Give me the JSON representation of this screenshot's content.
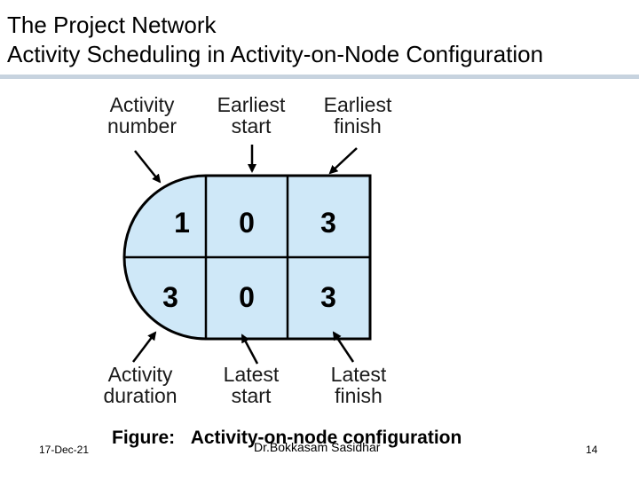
{
  "slide": {
    "title_line1": "The Project Network",
    "title_line2": "Activity Scheduling in Activity-on-Node Configuration"
  },
  "diagram": {
    "colors": {
      "fill": "#cfe8f8",
      "stroke": "#000000"
    },
    "labels": {
      "activity_number": [
        "Activity",
        "number"
      ],
      "earliest_start": [
        "Earliest",
        "start"
      ],
      "earliest_finish": [
        "Earliest",
        "finish"
      ],
      "activity_duration": [
        "Activity",
        "duration"
      ],
      "latest_start": [
        "Latest",
        "start"
      ],
      "latest_finish": [
        "Latest",
        "finish"
      ]
    },
    "cells": {
      "activity_number": "1",
      "earliest_start": "0",
      "earliest_finish": "3",
      "activity_duration": "3",
      "latest_start": "0",
      "latest_finish": "3"
    }
  },
  "caption": {
    "prefix": "Figure:",
    "text": "Activity-on-node configuration"
  },
  "footer": {
    "date": "17-Dec-21",
    "author": "Dr.Bokkasam Sasidhar",
    "page": "14"
  }
}
